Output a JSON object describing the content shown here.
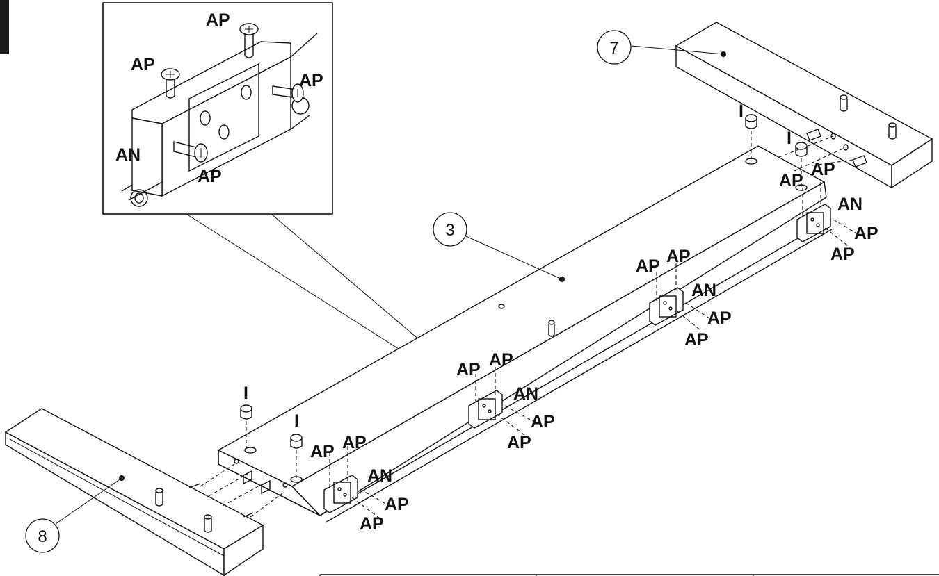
{
  "callouts": {
    "board_top": "3",
    "end_right": "7",
    "end_left": "8"
  },
  "labels": {
    "ap": "AP",
    "an": "AN",
    "cam": "I"
  },
  "colors": {
    "line": "#111111",
    "background": "#ffffff",
    "corner_tab": "#1a1a1a"
  }
}
